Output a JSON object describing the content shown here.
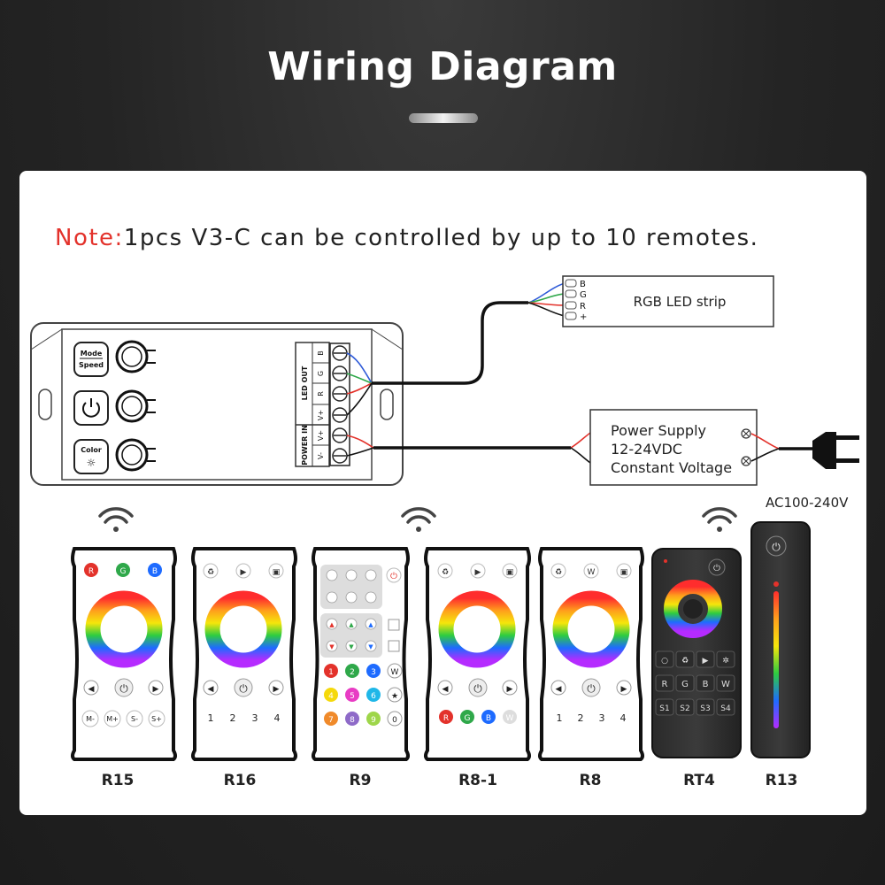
{
  "title": "Wiring Diagram",
  "note": {
    "prefix": "Note:",
    "text": "1pcs V3-C can be controlled by up to 10 remotes."
  },
  "controller": {
    "buttons": {
      "mode": [
        "Mode",
        "Speed"
      ],
      "color": "Color"
    },
    "terminal_groups": {
      "led_out": "LED OUT",
      "power_in": "POWER IN"
    },
    "terminals": [
      "B",
      "G",
      "R",
      "V+",
      "V+",
      "V-"
    ]
  },
  "led_strip": {
    "label": "RGB LED strip",
    "pins": [
      "B",
      "G",
      "R",
      "+"
    ]
  },
  "power_supply": {
    "lines": [
      "Power Supply",
      "12-24VDC",
      "Constant Voltage"
    ]
  },
  "mains_label": "AC100-240V",
  "remotes": [
    {
      "name": "R15",
      "buttons_top": [
        "R",
        "G",
        "B"
      ],
      "buttons_bottom": [
        "M-",
        "M+",
        "S-",
        "S+"
      ]
    },
    {
      "name": "R16",
      "buttons_bottom": [
        "1",
        "2",
        "3",
        "4"
      ]
    },
    {
      "name": "R9",
      "keypad": [
        "1",
        "2",
        "3",
        "W",
        "4",
        "5",
        "6",
        "★",
        "7",
        "8",
        "9",
        "0"
      ]
    },
    {
      "name": "R8-1",
      "buttons_bottom": [
        "R",
        "G",
        "B",
        "W"
      ]
    },
    {
      "name": "R8",
      "buttons_top_mid": "W",
      "buttons_bottom": [
        "1",
        "2",
        "3",
        "4"
      ]
    },
    {
      "name": "RT4",
      "row1": [
        "R",
        "G",
        "B",
        "W"
      ],
      "row2": [
        "S1",
        "S2",
        "S3",
        "S4"
      ]
    },
    {
      "name": "R13"
    }
  ],
  "colors": {
    "accent_red": "#e3322b",
    "wire_blue": "#2f5bd8",
    "wire_green": "#2fa84a",
    "wire_red": "#e3322b",
    "wire_black": "#111111"
  }
}
